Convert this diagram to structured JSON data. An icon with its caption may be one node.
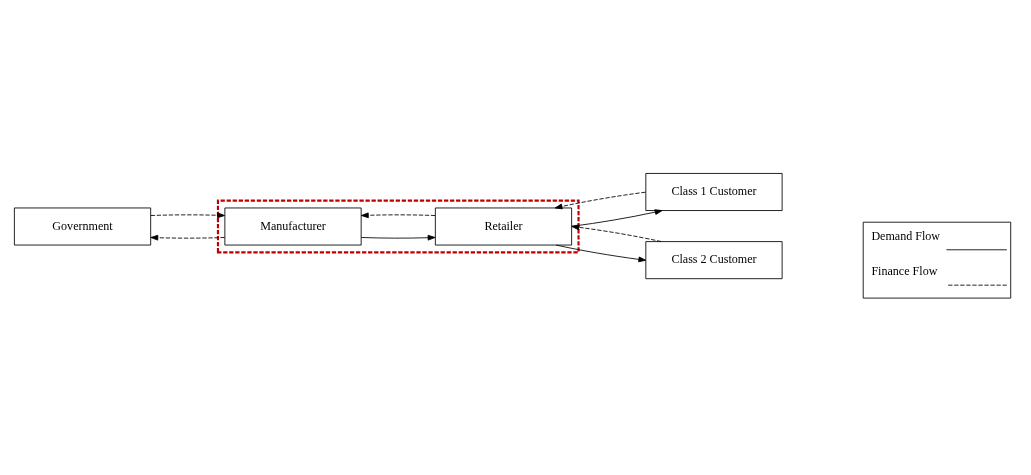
{
  "diagram": {
    "nodes": [
      {
        "text": [
          "Government"
        ]
      },
      {
        "text": [],
        "shape": "box"
      },
      {
        "text": [
          "Manufacturer"
        ],
        "in": 1
      },
      {
        "text": [
          "Retailer"
        ],
        "in": 1
      },
      {
        "text": [
          "Class 1 Customer"
        ]
      },
      {
        "text": [
          "Class 2 Customer"
        ]
      }
    ],
    "edges": [
      {
        "from": 0,
        "to": 2,
        "arrow": "to",
        "style": "dashed"
      },
      {
        "from": 2,
        "to": 0,
        "arrow": "to",
        "style": "dashed"
      },
      {
        "from": 2,
        "to": 3,
        "arrow": "to"
      },
      {
        "from": 3,
        "to": 2,
        "arrow": "to",
        "style": "dashed"
      },
      {
        "from": 3,
        "to": 4,
        "arrow": "to"
      },
      {
        "from": 4,
        "to": 3,
        "arrow": "to",
        "style": "dashed"
      },
      {
        "from": 3,
        "to": 5,
        "arrow": "to"
      },
      {
        "from": 5,
        "to": 3,
        "arrow": "to",
        "style": "dashed"
      }
    ],
    "legend": [
      {
        "text": "Demand Flow"
      },
      {
        "text": "Finance Flow"
      }
    ]
  }
}
